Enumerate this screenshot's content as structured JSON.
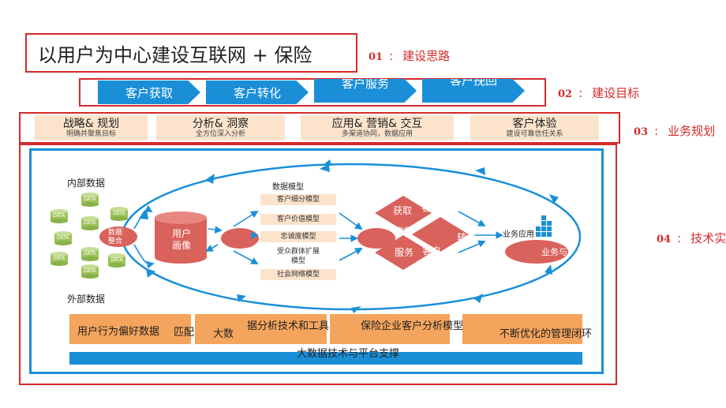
{
  "title": "以用户为中心建设互联网 + 保险",
  "labels": [
    {
      "num": "01",
      "sep": ":",
      "text": "建设思路"
    },
    {
      "num": "02",
      "sep": ":",
      "text": "建设目标"
    },
    {
      "num": "03",
      "sep": ":",
      "text": "业务规划"
    },
    {
      "num": "04",
      "sep": ":",
      "text": "技术实"
    }
  ],
  "steps": [
    "客户获取",
    "客户转化",
    "客户服务",
    "客户挽回"
  ],
  "planning": [
    {
      "title": "战略& 规划",
      "sub": "明确并聚焦目标"
    },
    {
      "title": "分析& 洞察",
      "sub": "全方位深入分析"
    },
    {
      "title": "应用& 营销& 交互",
      "sub": "多渠道协同，数据应用"
    },
    {
      "title": "客户体验",
      "sub": "建设可靠信任关系"
    }
  ],
  "diagram": {
    "internal_data": "内部数据",
    "external_data": "外部数据",
    "data_label": "DATA",
    "integration": [
      "数据",
      "整合"
    ],
    "portrait": [
      "用户",
      "画像"
    ],
    "model_header": "数据模型",
    "models": [
      "客户细分模型",
      "客户价值模型",
      "忠诚度模型",
      "受众群体扩展",
      "模型",
      "社会网络模型"
    ],
    "diamond_top": [
      "获取",
      "客"
    ],
    "diamond_left": [
      "数据",
      "服务"
    ],
    "diamond_right": [
      "客",
      "转化"
    ],
    "diamond_mid": "客户",
    "app_label": "业务应用",
    "app_oval": "业务与"
  },
  "bottom": {
    "texts": [
      "用户行为偏好数据",
      "匹配",
      "大数",
      "据分析技术和工具",
      "保险企业客户分析模型",
      "不断优化的管理闭环"
    ],
    "platform": "大数据技术与平台支撑"
  },
  "colors": {
    "accent_red": "#d42a2a",
    "blue": "#1a8fd8",
    "peach": "#fbe3cc",
    "orange": "#f4a45c",
    "diagram_red": "#d9625c",
    "green": "#9dc35a"
  }
}
